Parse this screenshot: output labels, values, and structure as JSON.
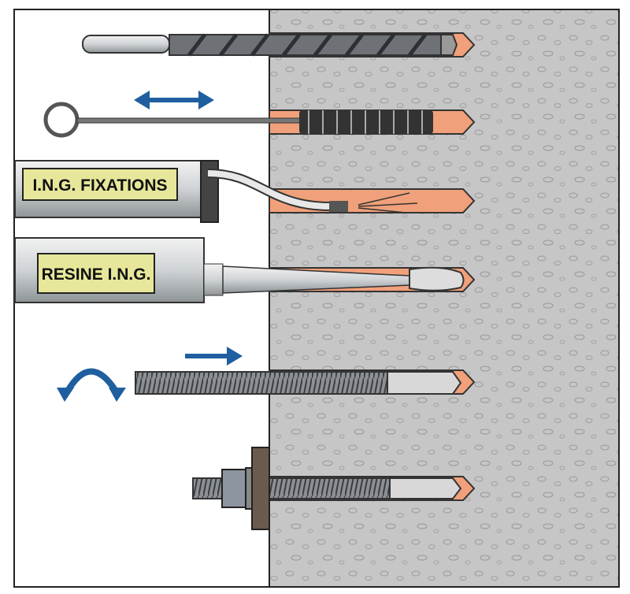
{
  "labels": {
    "cartridge": "I.N.G. FIXATIONS",
    "tube": "RESINE I.N.G."
  },
  "colors": {
    "concrete": "#c4c4c4",
    "hole": "#f0a07a",
    "label_bg": "#e6e79a",
    "arrow": "#1f5fa0"
  },
  "steps": [
    "drill",
    "brush",
    "blow",
    "inject",
    "insert-rod",
    "tighten-nut"
  ]
}
